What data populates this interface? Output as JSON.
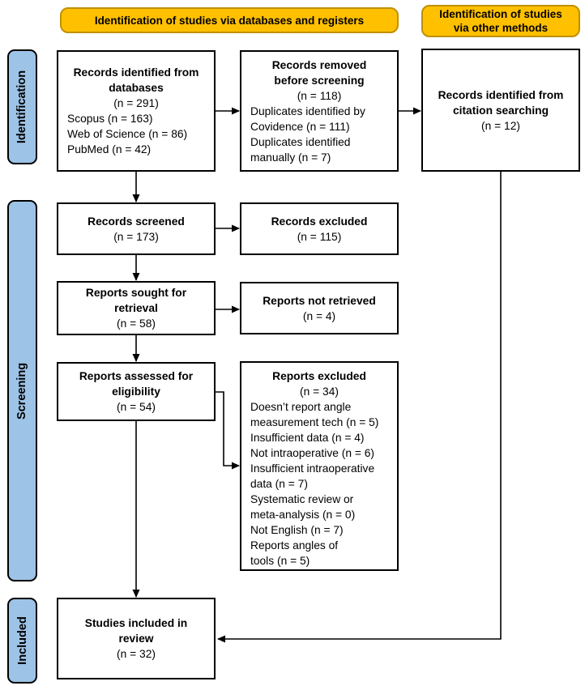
{
  "colors": {
    "banner_fill": "#FFC000",
    "banner_border": "#BF9000",
    "stage_fill": "#9DC3E6",
    "box_border": "#000000"
  },
  "banners": {
    "databases": "Identification of studies via databases and registers",
    "other": "Identification of studies\nvia other methods"
  },
  "stages": {
    "identification": "Identification",
    "screening": "Screening",
    "included": "Included"
  },
  "boxes": {
    "identified": {
      "title": "Records identified from\ndatabases",
      "count": "(n = 291)",
      "items": [
        "Scopus (n = 163)",
        "Web of Science (n = 86)",
        "PubMed (n = 42)"
      ]
    },
    "removed": {
      "title": "Records removed\nbefore screening",
      "count": "(n = 118)",
      "items": [
        "Duplicates identified by\nCovidence (n = 111)",
        "Duplicates identified\nmanually (n = 7)"
      ]
    },
    "citation": {
      "title": "Records identified from\ncitation searching",
      "count": "(n = 12)"
    },
    "screened": {
      "title": "Records screened",
      "count": "(n = 173)"
    },
    "records_excluded": {
      "title": "Records excluded",
      "count": "(n = 115)"
    },
    "sought": {
      "title": "Reports sought for\nretrieval",
      "count": "(n = 58)"
    },
    "not_retrieved": {
      "title": "Reports not retrieved",
      "count": "(n = 4)"
    },
    "assessed": {
      "title": "Reports assessed for\neligibility",
      "count": "(n = 54)"
    },
    "reports_excluded": {
      "title": "Reports excluded",
      "count": "(n = 34)",
      "items": [
        "Doesn’t report angle\nmeasurement tech (n = 5)",
        "Insufficient data (n = 4)",
        "Not intraoperative (n = 6)",
        "Insufficient intraoperative\ndata (n = 7)",
        "Systematic review or\nmeta-analysis (n = 0)",
        "Not English (n = 7)",
        "Reports angles of\ntools (n = 5)"
      ]
    },
    "included": {
      "title": "Studies included in\nreview",
      "count": "(n = 32)"
    }
  }
}
